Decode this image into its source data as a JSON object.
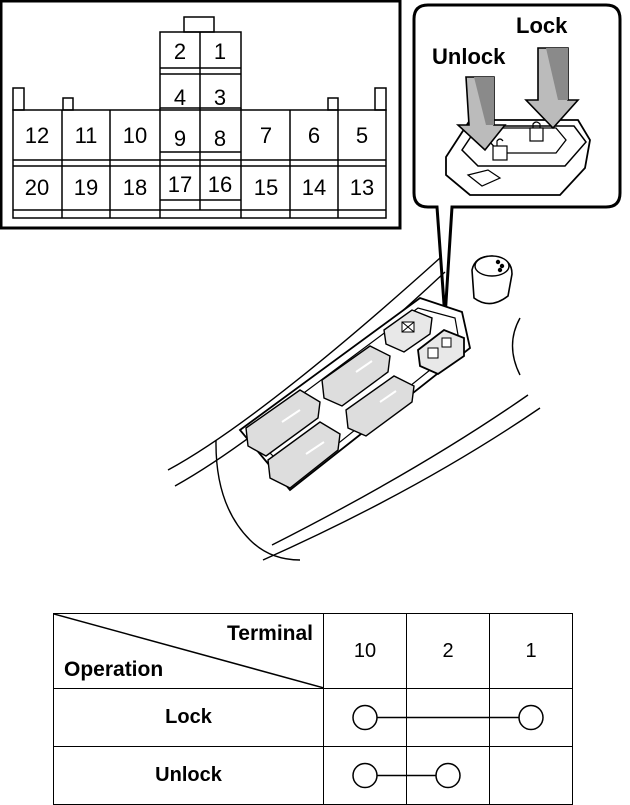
{
  "connector": {
    "pins": [
      "1",
      "2",
      "3",
      "4",
      "5",
      "6",
      "7",
      "8",
      "9",
      "10",
      "11",
      "12",
      "13",
      "14",
      "15",
      "16",
      "17",
      "18",
      "19",
      "20"
    ]
  },
  "callout": {
    "lock_label": "Lock",
    "unlock_label": "Unlock"
  },
  "table": {
    "corner_terminal": "Terminal",
    "corner_operation": "Operation",
    "terminals": [
      "10",
      "2",
      "1"
    ],
    "rows": [
      {
        "operation": "Lock",
        "connected": [
          "10",
          "1"
        ]
      },
      {
        "operation": "Unlock",
        "connected": [
          "10",
          "2"
        ]
      }
    ]
  }
}
